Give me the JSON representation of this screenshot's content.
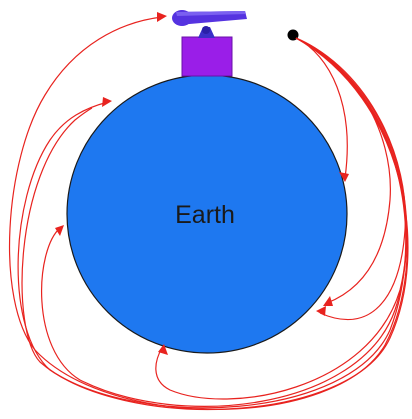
{
  "diagram": {
    "planet_label": "Earth",
    "colors": {
      "earth_fill": "#1e78f0",
      "earth_outline": "#1a1a1a",
      "trajectory": "#e8231f",
      "cannon": "#5533e0",
      "mountain": "#9a1ee8",
      "cannonball": "#000000"
    },
    "icons": {
      "cannon": "cannon-icon",
      "mountain": "mountain-block",
      "projectile": "cannonball-dot"
    }
  }
}
